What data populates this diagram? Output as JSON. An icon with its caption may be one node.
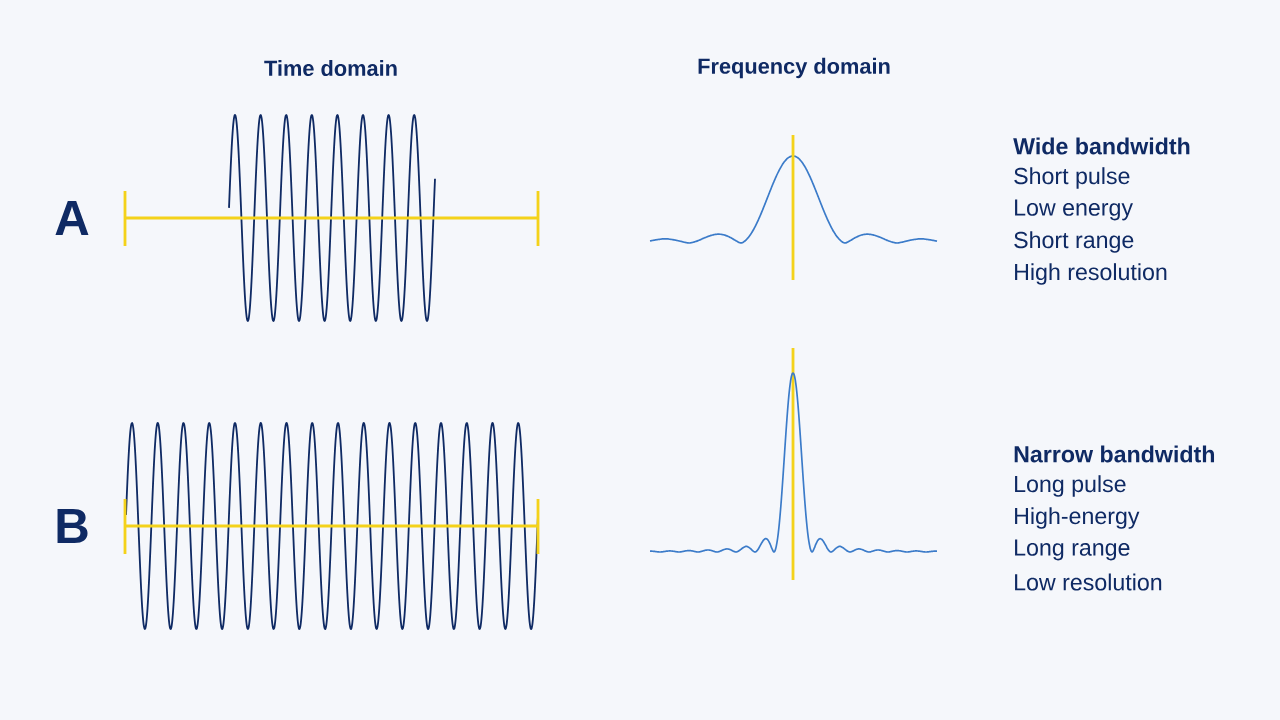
{
  "diagram": {
    "labels": [
      "Time domain",
      "Frequency domain",
      "A",
      "Wide bandwidth",
      "Short pulse",
      "Low energy",
      "Short range",
      "High resolution",
      "B",
      "Narrow bandwidth",
      "Long pulse",
      "High-energy",
      "Long range",
      "Low resolution"
    ]
  }
}
